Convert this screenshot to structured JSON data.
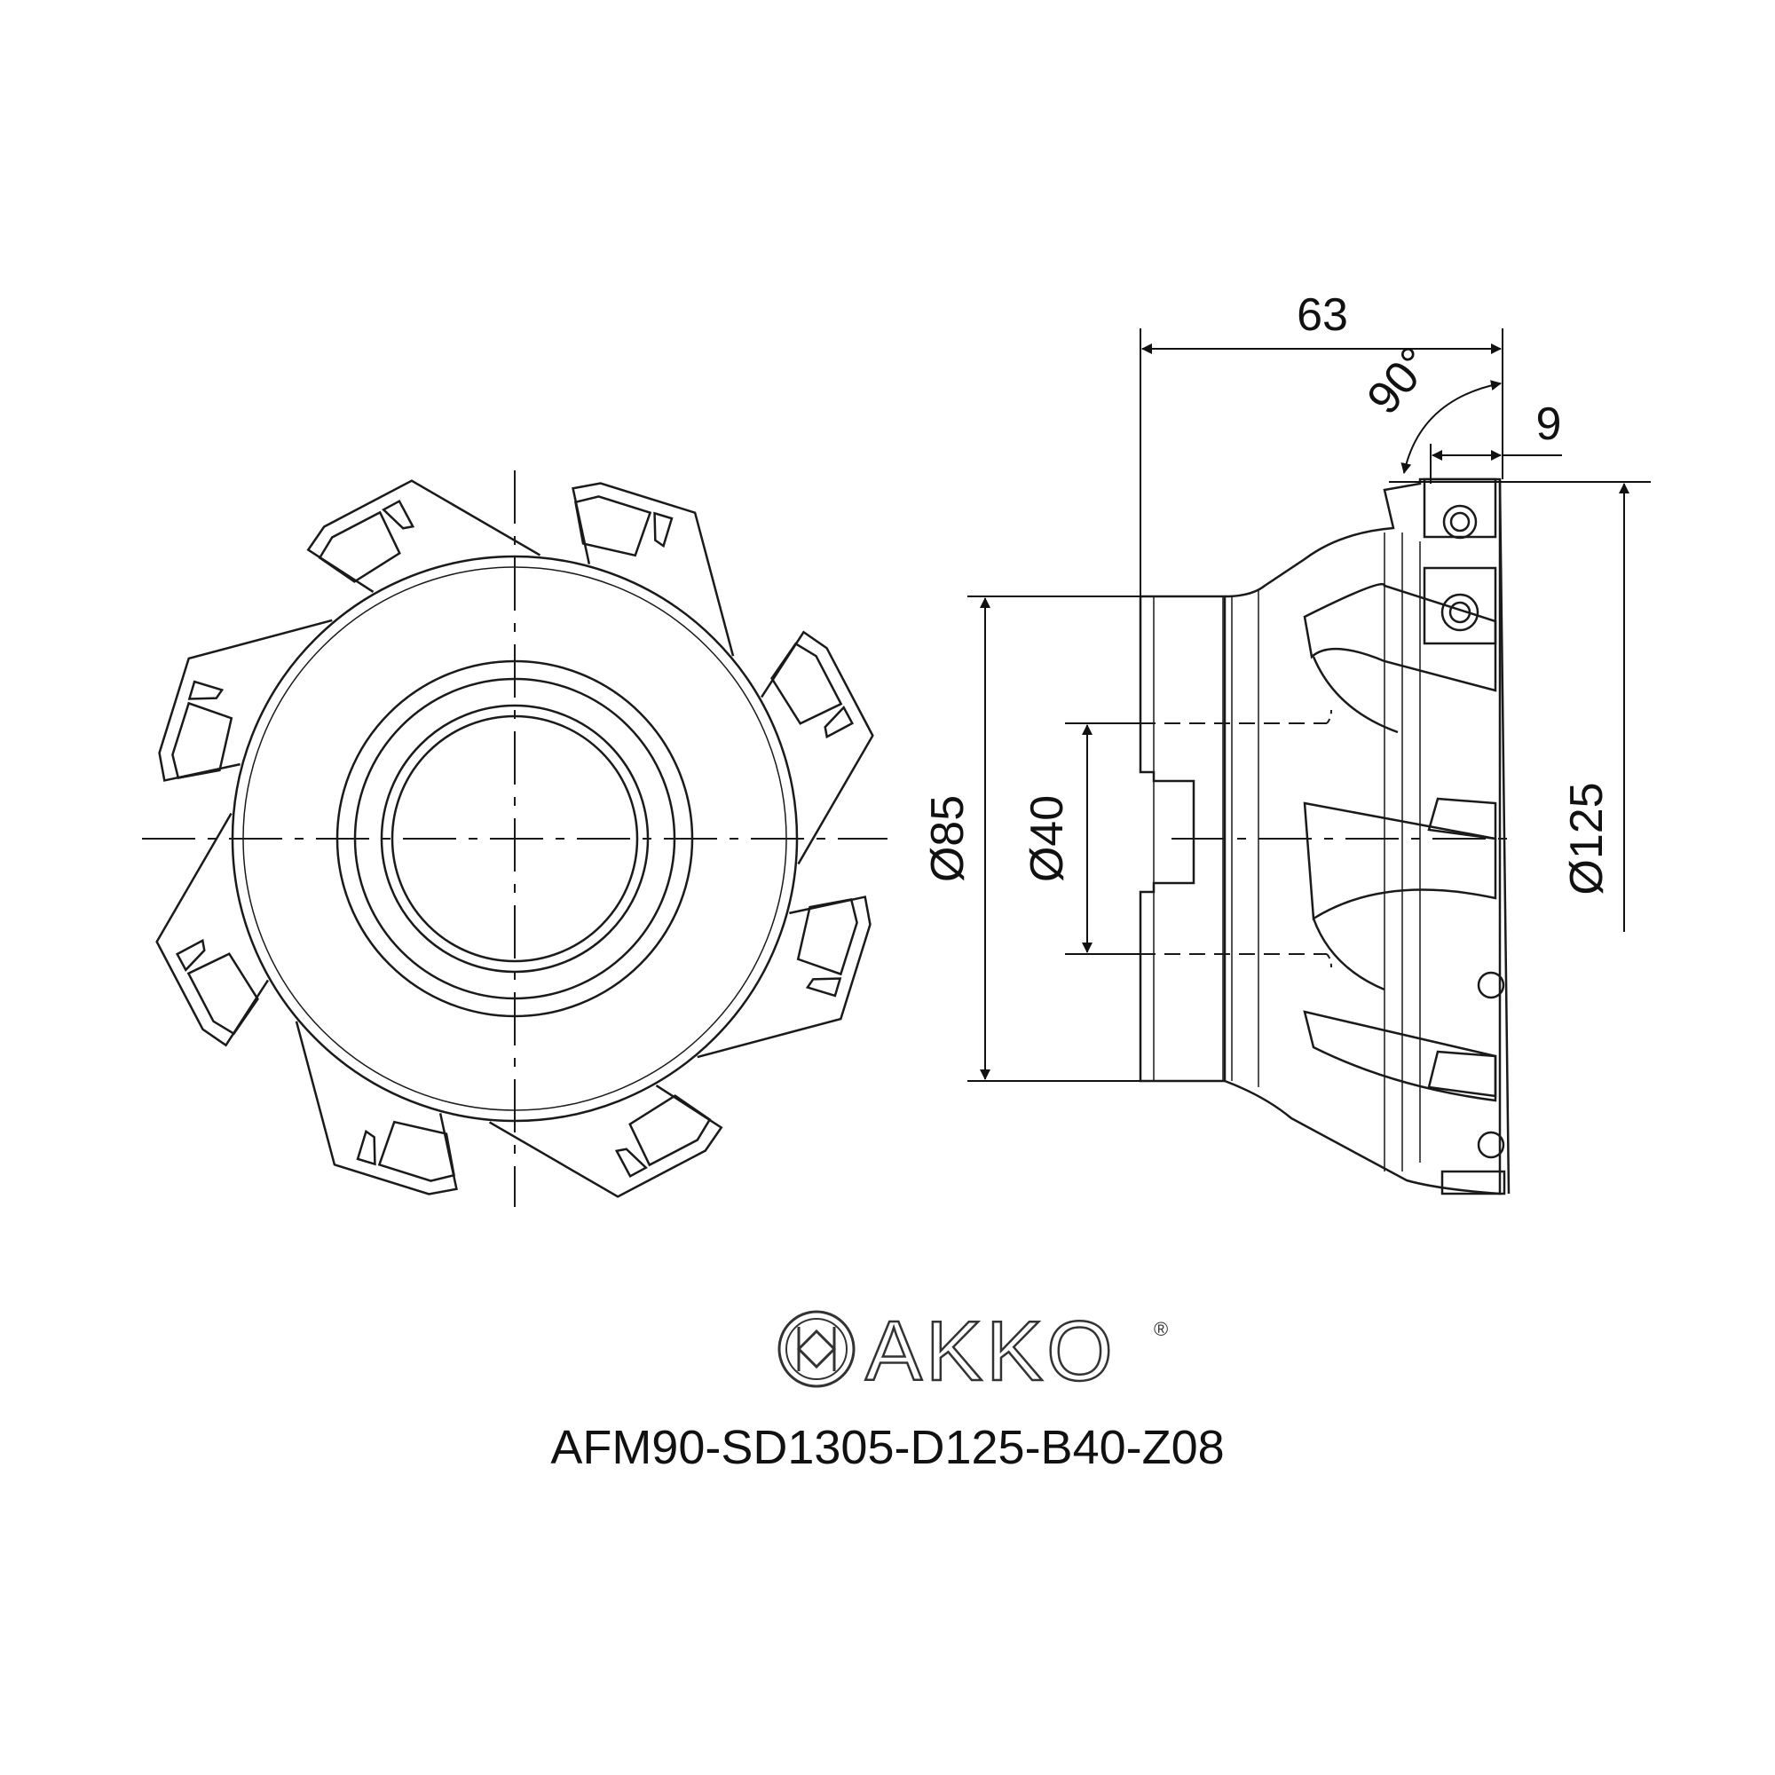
{
  "drawing": {
    "dimensions": {
      "overall_length": "63",
      "insert_angle": "90°",
      "insert_depth": "9",
      "shank_diameter": "Ø85",
      "bore_diameter": "Ø40",
      "cutter_diameter": "Ø125"
    }
  },
  "logo": {
    "brand": "AKKO",
    "registered_mark": "®"
  },
  "part_number": "AFM90-SD1305-D125-B40-Z08",
  "colors": {
    "line": "#1a1a1a",
    "background": "#ffffff"
  }
}
